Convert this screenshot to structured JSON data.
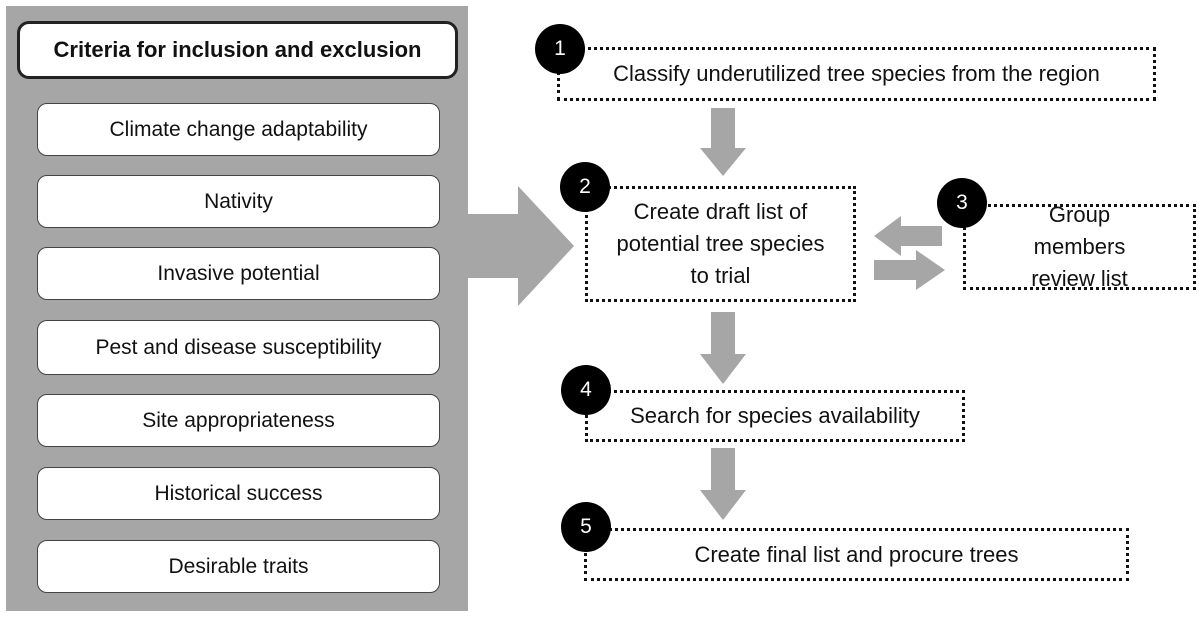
{
  "criteria": {
    "title": "Criteria for inclusion and exclusion",
    "items": [
      "Climate change adaptability",
      "Nativity",
      "Invasive potential",
      "Pest and disease susceptibility",
      "Site appropriateness",
      "Historical success",
      "Desirable traits"
    ]
  },
  "steps": [
    {
      "number": "1",
      "text": "Classify underutilized tree species from the region"
    },
    {
      "number": "2",
      "text": "Create draft list of potential tree species to trial"
    },
    {
      "number": "3",
      "text": "Group members review list"
    },
    {
      "number": "4",
      "text": "Search for species availability"
    },
    {
      "number": "5",
      "text": "Create final list and procure trees"
    }
  ],
  "colors": {
    "panel": "#a6a6a6",
    "arrow": "#a6a6a6",
    "number_badge": "#000000"
  }
}
